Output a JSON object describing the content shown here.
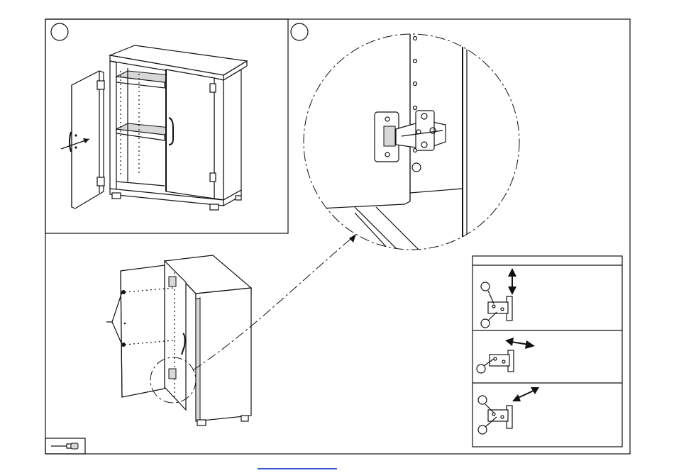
{
  "page": {
    "background": "#ffffff",
    "line_color": "#111111",
    "link_color": "#3a55d6"
  },
  "panels": [
    {
      "id": "step-1",
      "label": ""
    },
    {
      "id": "step-2",
      "label": ""
    }
  ],
  "adjustment_panel": {
    "rows": [
      {
        "direction": "vertical",
        "icon": "vertical-arrow-icon"
      },
      {
        "direction": "horizontal",
        "icon": "horizontal-arrow-icon"
      },
      {
        "direction": "depth",
        "icon": "diagonal-arrow-icon"
      }
    ]
  },
  "tool": {
    "icon": "screwdriver-icon"
  },
  "footer": {
    "link_text": ""
  }
}
